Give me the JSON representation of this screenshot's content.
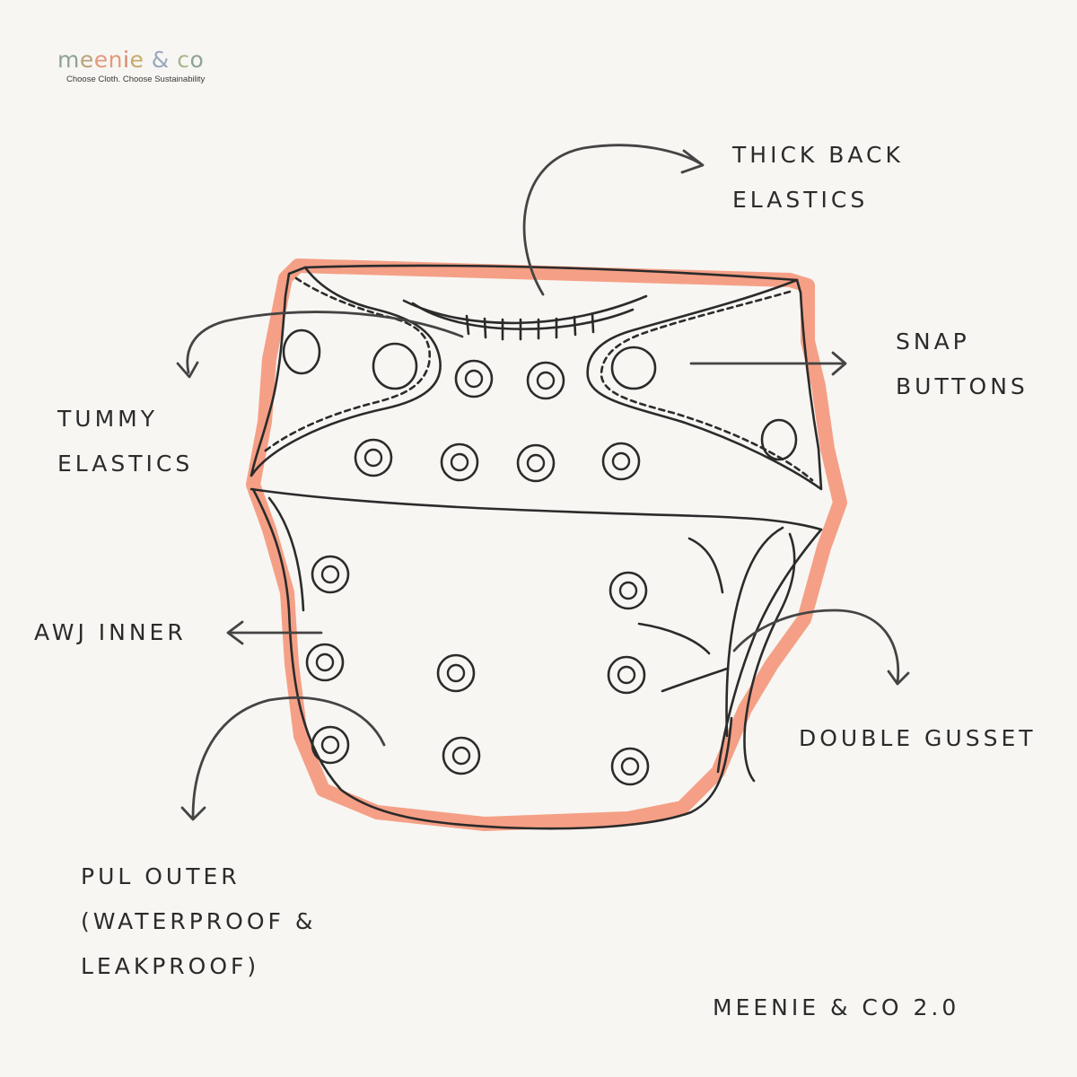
{
  "brand": {
    "logo_parts": [
      {
        "text": "m",
        "color": "#8fa393"
      },
      {
        "text": "e",
        "color": "#b9a27c"
      },
      {
        "text": "e",
        "color": "#e39a7c"
      },
      {
        "text": "n",
        "color": "#e39a7c"
      },
      {
        "text": "i",
        "color": "#d98567"
      },
      {
        "text": "e",
        "color": "#c9a96b"
      },
      {
        "text": " ",
        "color": "#888888"
      },
      {
        "text": "&",
        "color": "#9aa7bd"
      },
      {
        "text": " ",
        "color": "#888888"
      },
      {
        "text": "c",
        "color": "#a7b58c"
      },
      {
        "text": "o",
        "color": "#8fa393"
      }
    ],
    "tagline": "Choose Cloth. Choose Sustainability"
  },
  "labels": {
    "thick_back_elastics": [
      "THICK BACK",
      "ELASTICS"
    ],
    "snap_buttons": [
      "SNAP",
      "BUTTONS"
    ],
    "tummy_elastics": [
      "TUMMY",
      "ELASTICS"
    ],
    "awj_inner": [
      "AWJ INNER"
    ],
    "double_gusset": [
      "DOUBLE GUSSET"
    ],
    "pul_outer": [
      "PUL OUTER",
      "(WATERPROOF &",
      "LEAKPROOF)"
    ],
    "product_name": [
      "MEENIE & CO 2.0"
    ]
  },
  "colors": {
    "background": "#f7f6f3",
    "ink": "#2b2b2b",
    "outline_highlight": "#f4977a",
    "arrow": "#444444"
  }
}
